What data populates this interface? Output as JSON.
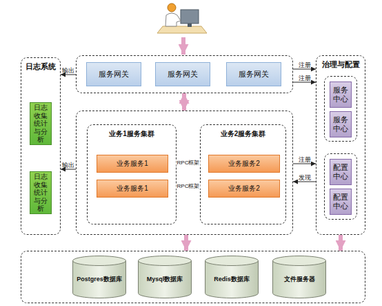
{
  "diagram": {
    "nodes": [
      {
        "text": [
          "日志系统"
        ]
      },
      {
        "text": [
          "日志收集统计与分析"
        ],
        "in": 0
      },
      {
        "text": [
          "日志收集统计与分析"
        ],
        "in": 0
      },
      {
        "text": []
      },
      {
        "text": [
          "服务网关"
        ],
        "in": 3
      },
      {
        "text": [
          "服务网关"
        ],
        "in": 3
      },
      {
        "text": [
          "服务网关"
        ],
        "in": 3
      },
      {
        "text": [
          "治理与配置"
        ]
      },
      {
        "text": [],
        "in": 7
      },
      {
        "text": [
          "服务中心"
        ],
        "in": 8
      },
      {
        "text": [
          "服务中心"
        ],
        "in": 8
      },
      {
        "text": [],
        "in": 7
      },
      {
        "text": [
          "配置中心"
        ],
        "in": 11
      },
      {
        "text": [
          "配置中心"
        ],
        "in": 11
      },
      {
        "text": []
      },
      {
        "text": [
          "业务1服务集群"
        ],
        "in": 14
      },
      {
        "text": [
          "业务服务1"
        ],
        "in": 15
      },
      {
        "text": [
          "业务服务1"
        ],
        "in": 15
      },
      {
        "text": [
          "业务2服务集群"
        ],
        "in": 14
      },
      {
        "text": [
          "业务服务2"
        ],
        "in": 18
      },
      {
        "text": [
          "业务服务2"
        ],
        "in": 18
      },
      {
        "text": []
      },
      {
        "text": [
          "Postgres数据库"
        ],
        "in": 21
      },
      {
        "text": [
          "Mysql数据库"
        ],
        "in": 21
      },
      {
        "text": [
          "Redis数据库"
        ],
        "in": 21
      },
      {
        "text": [
          "文件服务器"
        ],
        "in": 21
      }
    ],
    "edges": [
      {
        "from": 3,
        "to": 0,
        "label": "输出",
        "arrow": "to"
      },
      {
        "from": 14,
        "to": 0,
        "label": "输出",
        "arrow": "to"
      },
      {
        "from": 3,
        "to": 14,
        "arrow": "both"
      },
      {
        "from": 3,
        "to": 7,
        "label": "注册",
        "arrow": "to"
      },
      {
        "from": 3,
        "to": 7,
        "label": "注册",
        "arrow": "to"
      },
      {
        "from": 15,
        "to": 18,
        "label": "RPC框架",
        "arrow": "both"
      },
      {
        "from": 15,
        "to": 18,
        "label": "RPC框架",
        "arrow": "both"
      },
      {
        "from": 14,
        "to": 7,
        "label": "注册",
        "arrow": "to"
      },
      {
        "from": 7,
        "to": 14,
        "label": "发现",
        "arrow": "to"
      },
      {
        "from": 14,
        "to": 21,
        "arrow": "to"
      },
      {
        "from": 7,
        "to": 21,
        "arrow": "to"
      }
    ]
  }
}
